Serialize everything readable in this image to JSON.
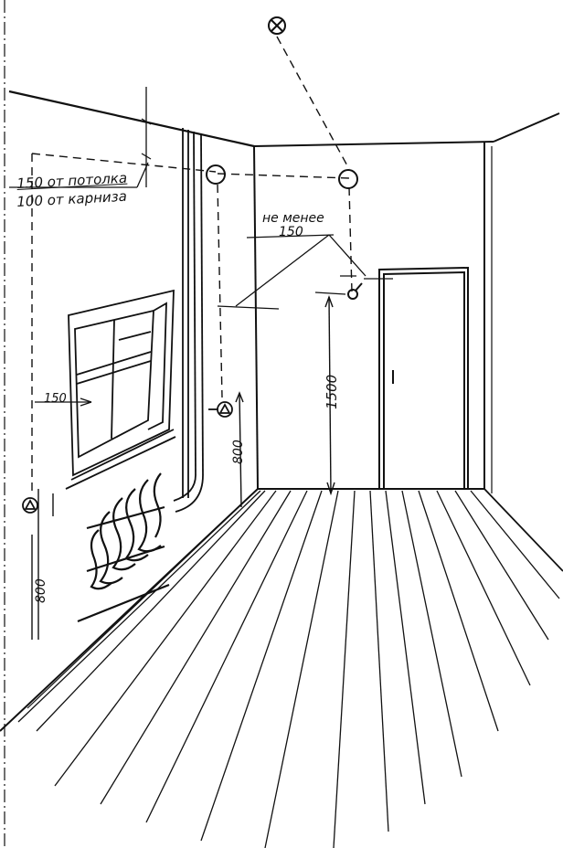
{
  "labels": {
    "ceiling_offset_top": "150 от потолка",
    "ceiling_offset_bottom": "100 от карниза",
    "not_less_top": "не менее",
    "not_less_bottom": "150",
    "window_offset": "150",
    "socket_height_left": "800",
    "socket_height_mid": "800",
    "switch_height": "1500"
  },
  "symbols": {
    "ceiling_lamp": "circle-cross-icon",
    "junction_box": "circle-icon",
    "socket": "triangle-in-circle-icon",
    "switch": "switch-icon"
  }
}
